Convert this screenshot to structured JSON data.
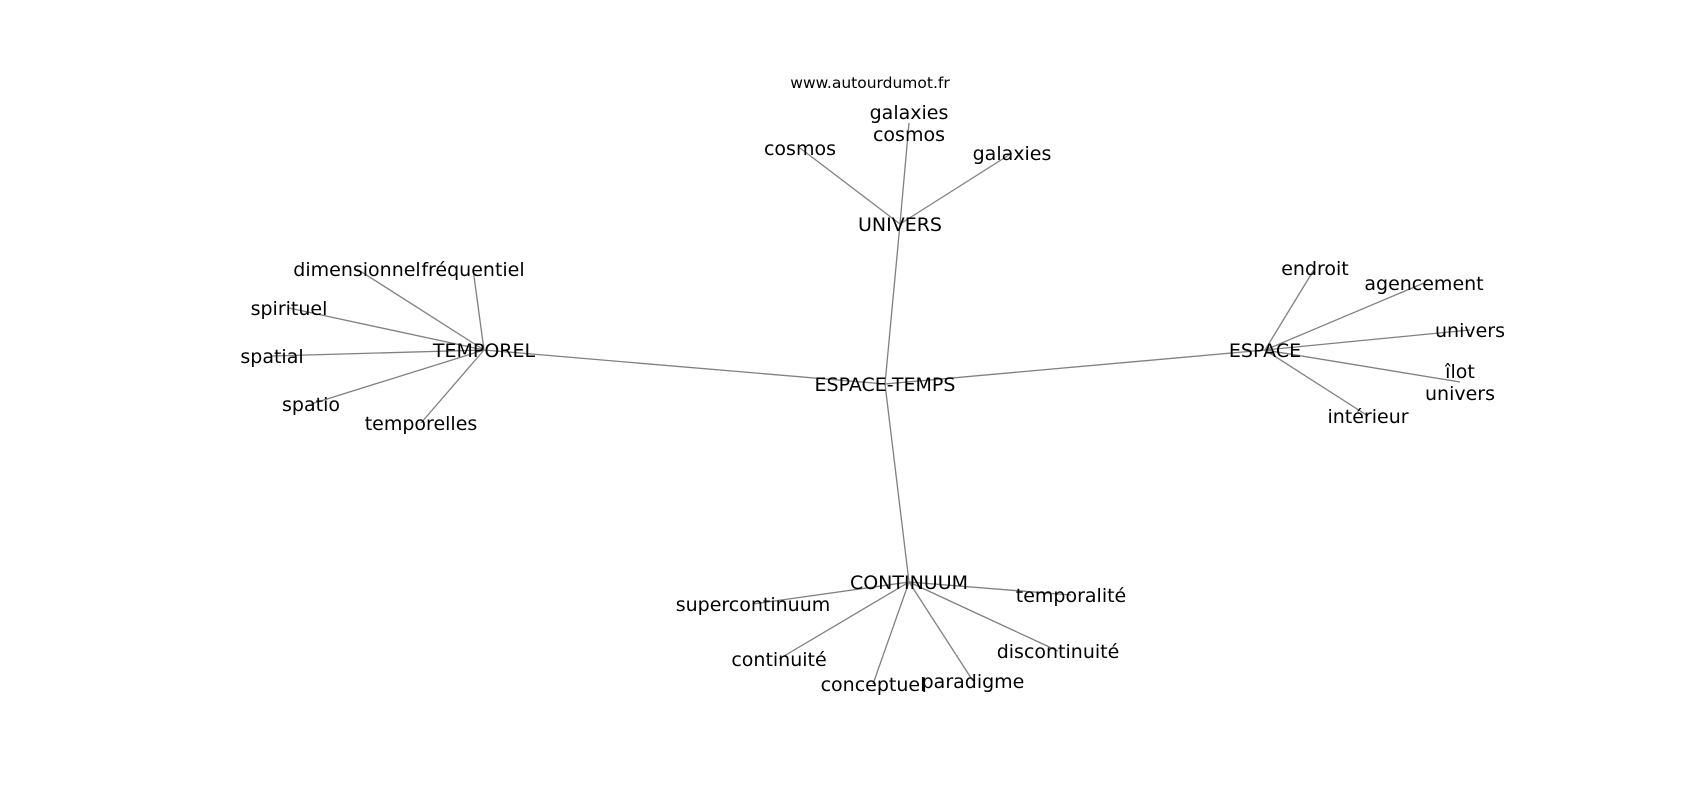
{
  "watermark": "www.autourdumot.fr",
  "colors": {
    "edge": "#808080",
    "text": "#000000",
    "background": "#ffffff"
  },
  "center": "ESPACE-TEMPS",
  "nodes": [
    {
      "id": "espace-temps",
      "lines": [
        "ESPACE-TEMPS"
      ]
    },
    {
      "id": "univers-hub",
      "lines": [
        "UNIVERS"
      ]
    },
    {
      "id": "temporel",
      "lines": [
        "TEMPOREL"
      ]
    },
    {
      "id": "espace",
      "lines": [
        "ESPACE"
      ]
    },
    {
      "id": "continuum",
      "lines": [
        "CONTINUUM"
      ]
    },
    {
      "id": "cosmos",
      "lines": [
        "cosmos"
      ]
    },
    {
      "id": "galaxies-cosmos",
      "lines": [
        "galaxies",
        "cosmos"
      ]
    },
    {
      "id": "galaxies",
      "lines": [
        "galaxies"
      ]
    },
    {
      "id": "dimensionnel",
      "lines": [
        "dimensionnel"
      ]
    },
    {
      "id": "frequentiel",
      "lines": [
        "fréquentiel"
      ]
    },
    {
      "id": "spirituel",
      "lines": [
        "spirituel"
      ]
    },
    {
      "id": "spatial",
      "lines": [
        "spatial"
      ]
    },
    {
      "id": "spatio",
      "lines": [
        "spatio"
      ]
    },
    {
      "id": "temporelles",
      "lines": [
        "temporelles"
      ]
    },
    {
      "id": "endroit",
      "lines": [
        "endroit"
      ]
    },
    {
      "id": "agencement",
      "lines": [
        "agencement"
      ]
    },
    {
      "id": "univers",
      "lines": [
        "univers"
      ]
    },
    {
      "id": "ilot-univers",
      "lines": [
        "îlot",
        "univers"
      ]
    },
    {
      "id": "interieur",
      "lines": [
        "intérieur"
      ]
    },
    {
      "id": "supercontinuum",
      "lines": [
        "supercontinuum"
      ]
    },
    {
      "id": "continuite",
      "lines": [
        "continuité"
      ]
    },
    {
      "id": "conceptuel",
      "lines": [
        "conceptuel"
      ]
    },
    {
      "id": "paradigme",
      "lines": [
        "paradigme"
      ]
    },
    {
      "id": "discontinuite",
      "lines": [
        "discontinuité"
      ]
    },
    {
      "id": "temporalite",
      "lines": [
        "temporalité"
      ]
    }
  ],
  "edges": [
    [
      "espace-temps",
      "univers-hub"
    ],
    [
      "espace-temps",
      "temporel"
    ],
    [
      "espace-temps",
      "espace"
    ],
    [
      "espace-temps",
      "continuum"
    ],
    [
      "univers-hub",
      "cosmos"
    ],
    [
      "univers-hub",
      "galaxies-cosmos"
    ],
    [
      "univers-hub",
      "galaxies"
    ],
    [
      "temporel",
      "dimensionnel"
    ],
    [
      "temporel",
      "frequentiel"
    ],
    [
      "temporel",
      "spirituel"
    ],
    [
      "temporel",
      "spatial"
    ],
    [
      "temporel",
      "spatio"
    ],
    [
      "temporel",
      "temporelles"
    ],
    [
      "espace",
      "endroit"
    ],
    [
      "espace",
      "agencement"
    ],
    [
      "espace",
      "univers"
    ],
    [
      "espace",
      "ilot-univers"
    ],
    [
      "espace",
      "interieur"
    ],
    [
      "continuum",
      "supercontinuum"
    ],
    [
      "continuum",
      "continuite"
    ],
    [
      "continuum",
      "conceptuel"
    ],
    [
      "continuum",
      "paradigme"
    ],
    [
      "continuum",
      "discontinuite"
    ],
    [
      "continuum",
      "temporalite"
    ]
  ]
}
